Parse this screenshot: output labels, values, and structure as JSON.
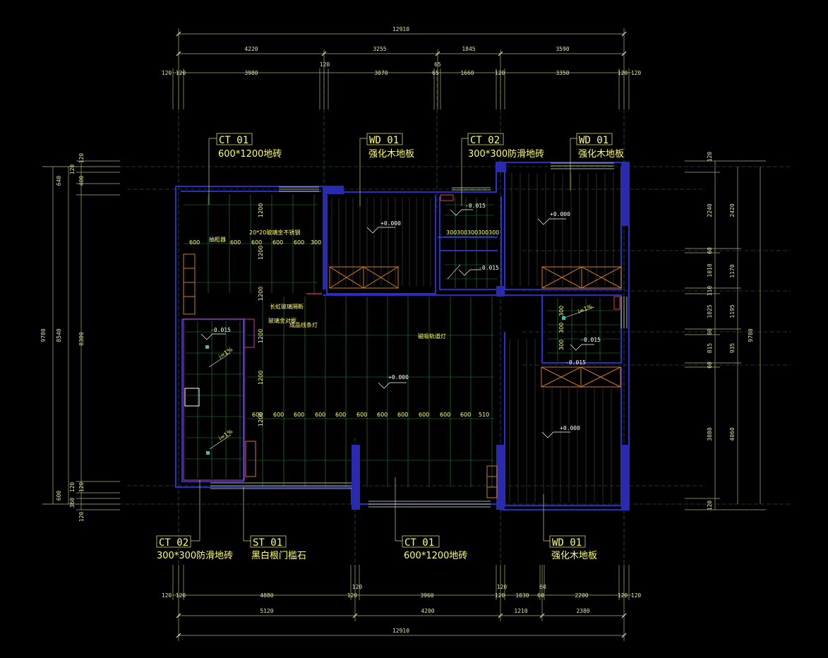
{
  "colors": {
    "background": "#000000",
    "wall": "#3a3aff",
    "dimension": "#e0e0a0",
    "grid": "#1f8a3a",
    "tag": "#ffff60",
    "window": "#d8f0b0"
  },
  "dims_top": {
    "overall": "12910",
    "row2": [
      "4220",
      "3255",
      "1845",
      "3590"
    ],
    "row3": [
      "120",
      "120",
      "3980",
      "120",
      "3070",
      "65",
      "65",
      "1660",
      "120",
      "3350",
      "120",
      "120"
    ]
  },
  "dims_bottom": {
    "overall": "12910",
    "row2": [
      "5120",
      "4200",
      "1210",
      "2380"
    ],
    "row1": [
      "120",
      "120",
      "4880",
      "120",
      "120",
      "3960",
      "120",
      "120",
      "1030",
      "60",
      "60",
      "2200",
      "120",
      "120"
    ]
  },
  "dims_left": {
    "overall": "9780",
    "mid": "8540",
    "inner": "8300",
    "top": [
      "640",
      "120",
      "400",
      "120"
    ],
    "bottom": [
      "600",
      "120",
      "360",
      "120",
      "120"
    ]
  },
  "dims_right": {
    "overall": "9780",
    "col1": [
      "120",
      "2240",
      "60",
      "1010",
      "110",
      "1025",
      "60",
      "815",
      "60",
      "3880",
      "120"
    ],
    "col2": [
      "2420",
      "1170",
      "1195",
      "935",
      "4060"
    ]
  },
  "tags": [
    {
      "code": "CT 01",
      "desc": "600*1200地砖"
    },
    {
      "code": "WD 01",
      "desc": "强化木地板"
    },
    {
      "code": "CT 02",
      "desc": "300*300防滑地砖"
    },
    {
      "code": "WD 01",
      "desc": "强化木地板"
    },
    {
      "code": "CT 02",
      "desc": "300*300防滑地砖"
    },
    {
      "code": "ST 01",
      "desc": "黑白根门槛石"
    },
    {
      "code": "CT 01",
      "desc": "600*1200地砖"
    },
    {
      "code": "WD 01",
      "desc": "强化木地板"
    }
  ],
  "levels": [
    "+0.000",
    "+0.000",
    "-0.015",
    "-0.015",
    "-0.015",
    "+0.000",
    "-0.015",
    "+0.000",
    "-0.015"
  ],
  "notes": {
    "cabinet": "抽柜器",
    "trim": "20*20玻璃金不锈钢",
    "partition1": "长虹玻璃隔断",
    "partition2": "玻璃金对框",
    "light1": "成品线条灯",
    "light2": "磁吸轨道灯",
    "slope1": "i=1%",
    "slope2": "i=1%",
    "slope3": "i=1%"
  },
  "tile_row_mid": [
    "600",
    "600",
    "600",
    "600",
    "600",
    "600",
    "600",
    "600",
    "600",
    "600",
    "600",
    "510"
  ],
  "tile_row_top": [
    "600",
    "600",
    "600",
    "600",
    "600",
    "300"
  ],
  "tile_row_bath": [
    "300",
    "300",
    "300",
    "300",
    "300"
  ],
  "tile_col_left": [
    "1200",
    "1200",
    "1200",
    "1200",
    "1200",
    "1200"
  ],
  "tile_col_bath": [
    "300",
    "300",
    "300"
  ]
}
